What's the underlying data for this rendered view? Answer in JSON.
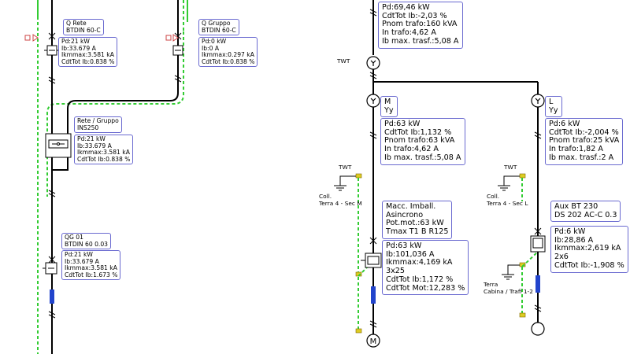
{
  "left": {
    "q_rete": {
      "title": "Q Rete",
      "model": "BTDIN 60-C"
    },
    "q_rete_data": [
      "Pd:21 kW",
      "Ib:33.679 A",
      "Ikmmax:3.581 kA",
      "CdtTot Ib:0.838 %"
    ],
    "q_gruppo": {
      "title": "Q Gruppo",
      "model": "BTDIN 60-C"
    },
    "q_gruppo_data": [
      "Pd:0 kW",
      "Ib:0 A",
      "Ikmmax:0.297 kA",
      "CdtTot Ib:0.838 %"
    ],
    "rete_gruppo": {
      "title": "Rete / Gruppo",
      "model": "INS250"
    },
    "rete_gruppo_data": [
      "Pd:21 kW",
      "Ib:33.679 A",
      "Ikmmax:3.581 kA",
      "CdtTot Ib:0.838 %"
    ],
    "og01": {
      "title": "QG 01",
      "model": "BTDIN 60 0.03"
    },
    "og01_data": [
      "Pd:21 kW",
      "Ib:33.679 A",
      "Ikmmax:3.581 kA",
      "CdtTot Ib:1.673 %"
    ]
  },
  "right": {
    "top_data": [
      "Pd:69,46 kW",
      "CdtTot Ib:-2,03 %",
      "Pnom trafo:160 kVA",
      "In trafo:4,62 A",
      "Ib max. trasf.:5,08 A"
    ],
    "twt_top": "TWT",
    "m_trafo": {
      "name": "M",
      "type": "Yy"
    },
    "m_data": [
      "Pd:63 kW",
      "CdtTot Ib:1,132 %",
      "Pnom trafo:63 kVA",
      "In trafo:4,62 A",
      "Ib max. trasf.:5,08 A"
    ],
    "l_trafo": {
      "name": "L",
      "type": "Yy"
    },
    "l_data": [
      "Pd:6 kW",
      "CdtTot Ib:-2,004 %",
      "Pnom trafo:25 kVA",
      "In trafo:1,82 A",
      "Ib max. trasf.:2 A"
    ],
    "twt_m": "TWT",
    "twt_l": "TWT",
    "earth_m": [
      "Coll.",
      "Terra 4 - Sec M"
    ],
    "earth_l": [
      "Coll.",
      "Terra 4 - Sec L"
    ],
    "macc": [
      "Macc. Imball.",
      "Asincrono",
      "Pot.mot.:63 kW",
      "Tmax T1 B R125"
    ],
    "macc_data": [
      "Pd:63 kW",
      "Ib:101,036 A",
      "Ikmmax:4,169 kA",
      "3x25",
      "CdtTot Ib:1,172 %",
      "CdtTot Mot:12,283 %"
    ],
    "aux": [
      "Aux BT 230",
      "DS 202 AC-C 0.3"
    ],
    "aux_data": [
      "Pd:6 kW",
      "Ib:28,86 A",
      "Ikmmax:2,619 kA",
      "2x6",
      "CdtTot Ib:-1,908 %"
    ],
    "earth_cab": [
      "Terra",
      "Cabina / Trafi 1-2"
    ],
    "motor_letter": "M"
  },
  "colors": {
    "wire": "#000000",
    "earth": "#33cc33",
    "label_border": "#6a6ad0",
    "fuse": "#2244cc",
    "tag": "#ddcc22"
  }
}
